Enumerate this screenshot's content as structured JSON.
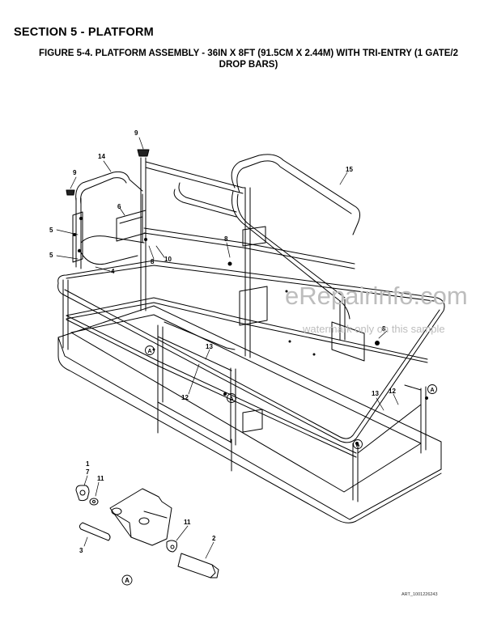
{
  "header": {
    "section_title": "SECTION 5 - PLATFORM",
    "figure_title_line1": "FIGURE 5-4. PLATFORM ASSEMBLY - 36IN X 8FT (91.5CM X 2.44M) WITH TRI-ENTRY (1 GATE/2",
    "figure_title_line2": "DROP BARS)"
  },
  "callouts": {
    "c9a": "9",
    "c9b": "9",
    "c14": "14",
    "c15": "15",
    "c6": "6",
    "c5a": "5",
    "c5b": "5",
    "c4": "4",
    "c8a": "8",
    "c10": "10",
    "c8b": "8",
    "c8c": "8",
    "c13a": "13",
    "c12a": "12",
    "c13b": "13",
    "c12b": "12",
    "c1": "1",
    "c7": "7",
    "c11a": "11",
    "c11b": "11",
    "c2": "2",
    "c3": "3"
  },
  "detail_refs": {
    "a1": "A",
    "a2": "A",
    "a3": "A",
    "a4": "A",
    "a5": "A"
  },
  "watermark": {
    "main": "eRepairinfo.com",
    "sub": "watermark only on this sample"
  },
  "footer": {
    "art_code": "ART_1001226243"
  }
}
